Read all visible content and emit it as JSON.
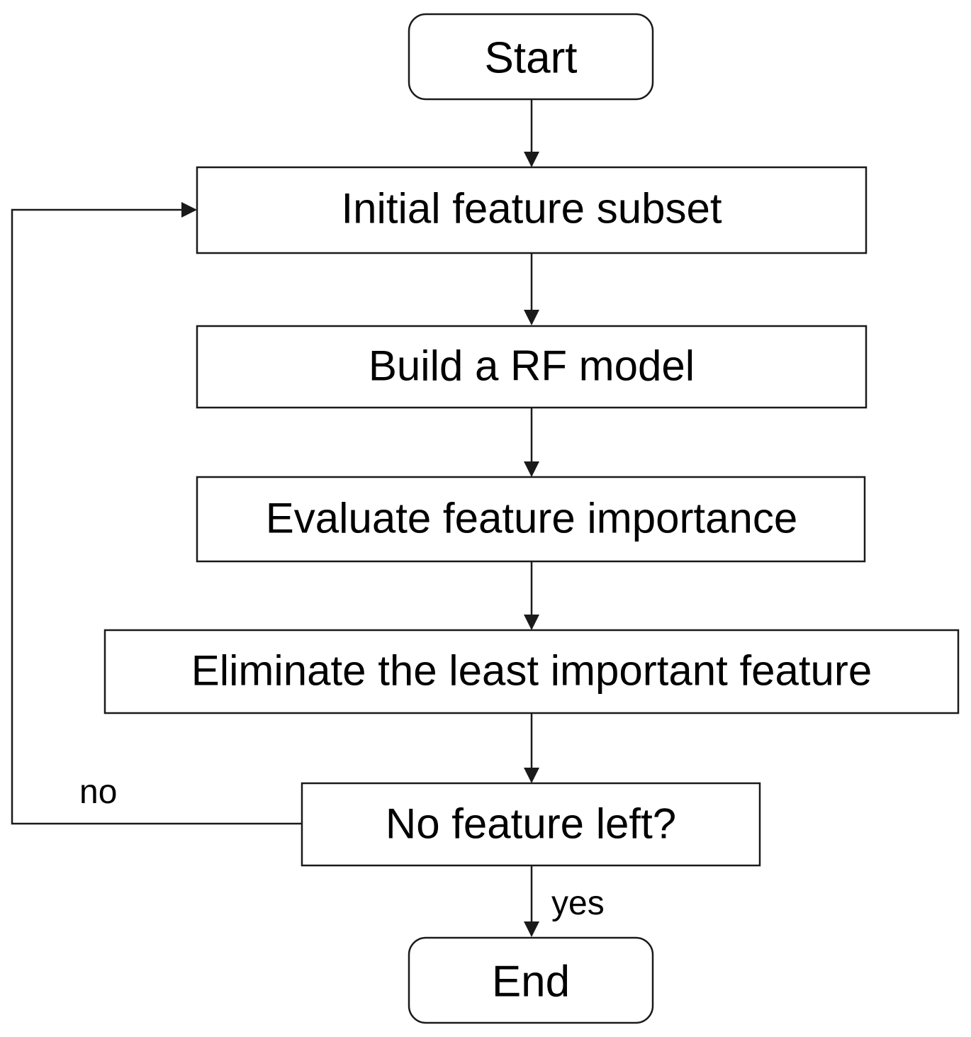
{
  "nodes": {
    "start": "Start",
    "initial_subset": "Initial feature subset",
    "build_model": "Build a RF model",
    "evaluate": "Evaluate feature importance",
    "eliminate": "Eliminate the least important feature",
    "decision": "No feature left?",
    "end": "End"
  },
  "edges": {
    "no_label": "no",
    "yes_label": "yes"
  },
  "colors": {
    "stroke": "#1a1a1a",
    "fill": "#ffffff",
    "text": "#000000"
  }
}
